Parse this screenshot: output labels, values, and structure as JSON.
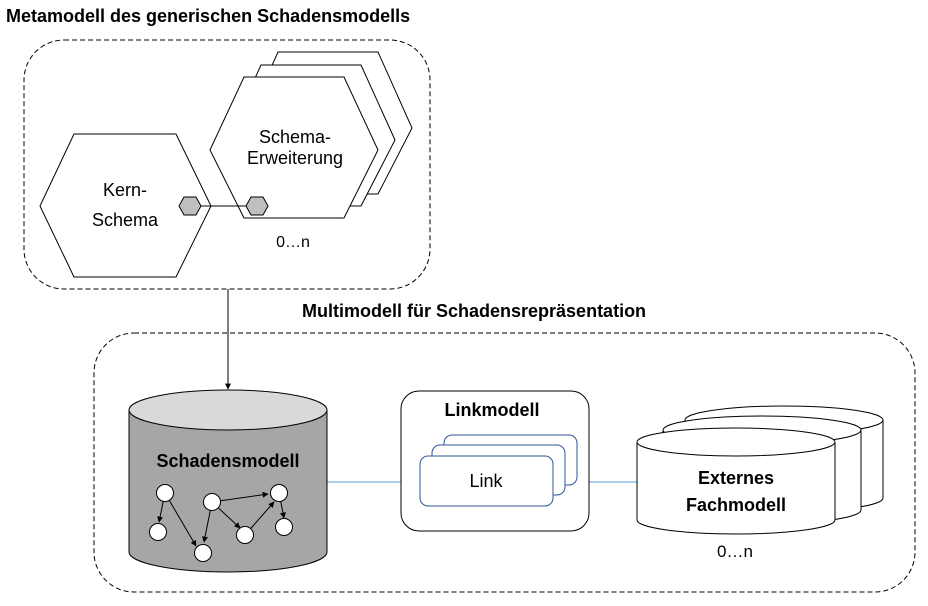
{
  "meta": {
    "title": "Metamodell des generischen Schadensmodells",
    "kern_line1": "Kern-",
    "kern_line2": "Schema",
    "ext_line1": "Schema-",
    "ext_line2": "Erweiterung",
    "ext_multiplicity": "0…n"
  },
  "multi": {
    "title": "Multimodell für Schadensrepräsentation",
    "schadensmodell_label": "Schadensmodell",
    "linkmodell_title": "Linkmodell",
    "link_label": "Link",
    "extern_line1": "Externes",
    "extern_line2": "Fachmodell",
    "extern_multiplicity": "0…n"
  },
  "colors": {
    "line": "#000000",
    "connector_blue": "#5b9bd5",
    "link_border": "#2f5597",
    "cylinder_gray": "#a6a6a6",
    "cylinder_top": "#d9d9d9",
    "node_fill": "#ffffff",
    "port_fill": "#bfbfbf"
  }
}
